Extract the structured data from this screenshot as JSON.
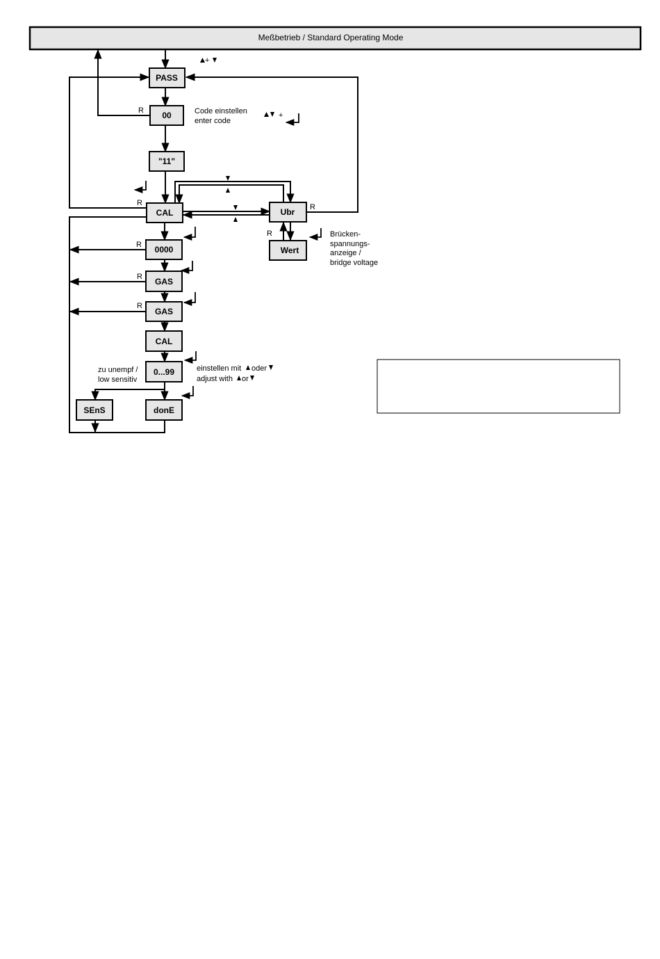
{
  "header": {
    "title": "Meßbetrieb / Standard Operating Mode"
  },
  "boxes": {
    "pass": "PASS",
    "code00": "00",
    "code11": "\"11\"",
    "cal": "CAL",
    "ubr": "Ubr",
    "wert": "Wert",
    "zero": "0000",
    "gas1": "GAS",
    "gas2": "GAS",
    "cal2": "CAL",
    "range": "0...99",
    "sens": "SEnS",
    "done": "donE"
  },
  "labels": {
    "r": "R",
    "plus": "+",
    "code_de": "Code einstellen",
    "code_en": "enter code",
    "bridge_1": "Brücken-",
    "bridge_2": "spannungs-",
    "bridge_3": "anzeige /",
    "bridge_4": "bridge voltage",
    "insens_1": "zu unempf /",
    "insens_2": "low sensitiv",
    "adjust_de": "einstellen mit",
    "adjust_de_or": "oder",
    "adjust_en": "adjust with",
    "adjust_en_or": "or"
  }
}
